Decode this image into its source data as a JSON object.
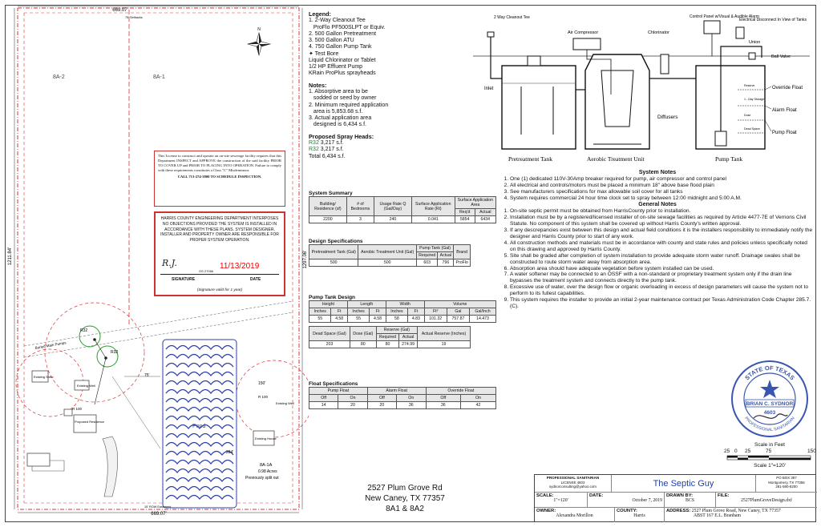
{
  "site_plan": {
    "dim_top": "669.07'",
    "dim_bottom": "669.07'",
    "dim_left": "1211.84'",
    "dim_right": "1297.06'",
    "row_top": "75' Setbacks",
    "row_bottom": "15' ROW Easement",
    "lot_8a2": "8A-2",
    "lot_8a1": "8A-1",
    "lot_8a1a": "8A-1A",
    "lot_8a1a_acres": "0.98 Acres",
    "lot_8a1a_note": "Previously split out",
    "pond": "Pond",
    "existing_house": "Existing\nHouse",
    "existing_well": "Existing\nWell",
    "existing_well2": "Existing\nWell",
    "existing_shed": "Existing\nShed",
    "proposed_residence": "Proposed\nResidence",
    "r32a": "R32",
    "r32b": "R32",
    "r100a": "R 100",
    "r100b": "R 100",
    "d150": "150'",
    "d75": "75'",
    "d284": "284'",
    "buried_main": "Buried Main Pumps"
  },
  "license_text": {
    "body": "This License to construct and operate an on-site sewerage facility requires that this Department INSPECT and APPROVE the construction of the said facility PRIOR TO COVER UP and PRIOR TO PLACING INTO OPERATION. Failure to comply with these requirements constitutes a Class \"C\" Misdemeanor.",
    "call": "CALL 713-274-3800 TO SCHEDULE INSPECTION."
  },
  "approval": {
    "body": "HARRIS COUNTY ENGINEERING DEPARTMENT INTERPOSES NO OBJECTIONS PROVIDED THE SYSTEM IS INSTALLED IN ACCORDANCE WITH THESE PLANS. SYSTEM DESIGNER, INSTALLER AND PROPERTY OWNER ARE RESPONSIBLE FOR PROPER SYSTEM OPERATION.",
    "date": "11/13/2019",
    "os": "OS 27066",
    "signature_label": "SIGNATURE",
    "date_label": "DATE",
    "valid": "(Signature valid for 1 year)"
  },
  "address": {
    "line1": "2527 Plum Grove Rd",
    "line2": "New Caney, TX 77357",
    "line3": "8A1 & 8A2"
  },
  "legend": {
    "title": "Legend:",
    "items": [
      "1. 2-Way Cleanout Tee",
      "   ProFlo PF500SLPT or Equiv.",
      "2. 500 Gallon Pretreatment",
      "3. 500 Gallon ATU",
      "4. 750 Gallon Pump Tank",
      "✦ Test Bore",
      "Liquid Chlorinator or Tablet",
      "1/2 HP Effluent Pump",
      "KRain ProPlus sprayheads"
    ],
    "notes_title": "Notes:",
    "notes": [
      "1. Absorptive area to be",
      "   sodded or seed by owner",
      "2. Minimum required application",
      "   area is 5,853.68 s.f.",
      "3. Actual application area",
      "   designed is 6,434 s.f."
    ],
    "spray_title": "Proposed Spray Heads:",
    "spray1_a": "R32",
    "spray1_b": " 3,217 s.f.",
    "spray2_a": "R32",
    "spray2_b": " 3,217 s.f.",
    "spray_total": "Total 6,434 s.f."
  },
  "system_summary": {
    "title": "System Summary",
    "headers": [
      "Building/ Residence (sf)",
      "# of Bedrooms",
      "Usage Rate Q (Gal/Day)",
      "Surface Application Rate (Ri)",
      "Surface Application Area"
    ],
    "sub": [
      "Req'd",
      "Actual"
    ],
    "row": [
      "2200",
      "3",
      "240",
      "0.041",
      "5854",
      "6434"
    ]
  },
  "design_specs": {
    "title": "Design Specifications",
    "headers": [
      "Pretreatment Tank (Gal)",
      "Aerobic Treatment Unit (Gal)",
      "Pump Tank (Gal)",
      "Brand"
    ],
    "sub": [
      "Required",
      "Actual"
    ],
    "row": [
      "500",
      "500",
      "603",
      "796",
      "ProFlo"
    ]
  },
  "pump_tank_design": {
    "title": "Pump Tank Design",
    "headers": [
      "Height",
      "Length",
      "Width",
      "Volume"
    ],
    "sub": [
      "Inches",
      "Ft",
      "Inches",
      "Ft",
      "Inches",
      "Ft",
      "Ft³",
      "Gal",
      "Gal/Inch"
    ],
    "row": [
      "55",
      "4.58",
      "55",
      "4.58",
      "58",
      "4.83",
      "101.32",
      "757.87",
      "14.473"
    ],
    "headers2": [
      "Dead Space (Gal)",
      "Dose (Gal)",
      "Reserve (Gal)",
      "Actual Reserve (Inches)"
    ],
    "sub2": [
      "Required",
      "Actual"
    ],
    "row2": [
      "203",
      "80",
      "80",
      "274.99",
      "19"
    ]
  },
  "float_specs": {
    "title": "Float Specifications",
    "headers": [
      "Pump Float",
      "Alarm Float",
      "Override Float"
    ],
    "sub": [
      "Off",
      "On",
      "Off",
      "On",
      "Off",
      "On"
    ],
    "row": [
      "14",
      "20",
      "20",
      "36",
      "36",
      "42"
    ]
  },
  "schematic": {
    "cleanout": "2 Way\nCleanout Tee",
    "air_compressor": "Air Compressor",
    "chlorinator": "Chlorinator",
    "control_panel": "Control Panel\nw/Visual & Audible\nAlarm",
    "disconnect": "Electrical Disconnect\nIn View of Tanks",
    "union": "Union",
    "ball_valve": "Ball Valve",
    "inlet": "Inlet",
    "override": "Override Float",
    "alarm": "Alarm Float",
    "pump": "Pump Float",
    "diffusers": "Diffusers",
    "pretreatment": "Pretreatment Tank",
    "aerobic": "Aerobic Treatment Unit",
    "pump_tank": "Pump Tank",
    "reserve": "Reserve",
    "storage": "1 - Day\nStorage",
    "dose": "Dose",
    "dead": "Dead\nSpace"
  },
  "system_notes": {
    "title": "System Notes",
    "items": [
      "One (1) dedicated 110V-30Amp breaker required for pump, air compressor and control panel",
      "All electrical and controls/motors must be placed a minimum 18\" above base flood plain",
      "See manufacturers specifications for max allowable soil cover for all tanks",
      "System requires commercial 24 hour time clock set to spray between 12:00 midnight and 5:00 A.M."
    ],
    "general_title": "General Notes",
    "general": [
      "On-site septic permit must be obtained from HarrisCounty prior to installation.",
      "Installation must be by a registered/licensed installer of on-site sewage facilities as required by Article 4477-7E of Vernons Civil Statute. No component of this system shall be covered up without Harris County's written approval.",
      "If any descrepancies exist between this design and actual field conditions it is the installers responsibility to immediately notify the designer and Harris County prior to start of any work.",
      "All construction methods and materials must be in accordance with county and state rules and policies unless specifically noted on this drawing and approved by Harris County.",
      "Site shall be graded after completion of system installation to provide adequate storm water runoff. Drainage swales shall be constructed to route storm water away from absorption area.",
      "Absorption area should have adequate vegetation before system installed can be used.",
      "A water softener may be connected to an OSSF with a non-standard or proprietary treatment system only if the drain line bypasses the treatment system and connects directly to the pump tank.",
      "Excessive use of water, over the design flow or organic overloading in excess of design parameters will cause the system not to perform to its fullest capabilities.",
      "This system requires the installer to provide an initial 2-year maintenance contract per Texas Administration Code Chapter 285.7.(C)."
    ]
  },
  "seal": {
    "top": "STATE OF TEXAS",
    "name": "BRIAN C. SYDNOR",
    "number": "4603",
    "bottom": "PROFESSIONAL SANITARIAN"
  },
  "scale_bar": {
    "title": "Scale in Feet",
    "ticks": [
      "25",
      "0",
      "25",
      "75",
      "150"
    ],
    "label": "Scale 1\"=120'"
  },
  "title_block": {
    "prof": "PROFESSIONAL SANITARIAN",
    "license": "LICENSE 4603",
    "email": "sydnorconsulting@yahoo.com",
    "company": "The Septic Guy",
    "po": "PO BOX 397",
    "city": "Montgomery, TX 77356",
    "phone": "281-590-8200",
    "scale_label": "SCALE:",
    "scale_val": "1\"=120'",
    "date_label": "DATE:",
    "date_val": "October 7, 2019",
    "drawn_label": "DRAWN BY:",
    "drawn_val": "BCS",
    "file_label": "FILE:",
    "file_val": "2527PlumGroveDesign.dxf",
    "owner_label": "OWNER:",
    "owner_val": "Alexandra Morillon",
    "county_label": "COUNTY:",
    "county_val": "Harris",
    "address_label": "ADDRESS:",
    "address_val": "2527 Plum Grove Road, New Caney, TX 77357",
    "abst": "ABST 167 E.L. Branham"
  }
}
